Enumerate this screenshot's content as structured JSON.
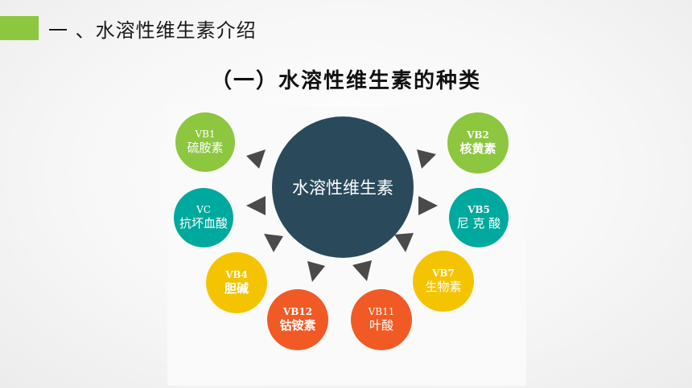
{
  "header": {
    "title": "一 、水溶性维生素介绍"
  },
  "subtitle": "（一）水溶性维生素的种类",
  "center": {
    "label": "水溶性维生素"
  },
  "nodes": [
    {
      "code": "VB1",
      "name": "硫胺素",
      "color": "#8dc63f"
    },
    {
      "code": "VC",
      "name": "抗坏血酸",
      "color": "#00a99d"
    },
    {
      "code": "VB4",
      "name": "胆碱",
      "color": "#f5c400"
    },
    {
      "code": "VB12",
      "name": "钴铵素",
      "color": "#f15a24"
    },
    {
      "code": "VB11",
      "name": "叶酸",
      "color": "#f15a24"
    },
    {
      "code": "VB7",
      "name": "生物素",
      "color": "#f5c400"
    },
    {
      "code": "VB5",
      "name": "尼 克 酸",
      "color": "#00a99d"
    },
    {
      "code": "VB2",
      "name": "核黄素",
      "color": "#8dc63f"
    }
  ],
  "colors": {
    "accent": "#8dc63f",
    "center": "#2a4a5c",
    "arrow": "#4a4a4a"
  }
}
